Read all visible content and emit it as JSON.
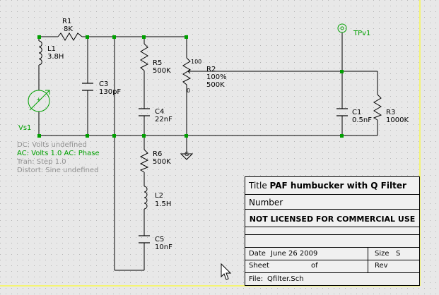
{
  "components": {
    "r1": {
      "ref": "R1",
      "value": "8K"
    },
    "l1": {
      "ref": "L1",
      "value": "3.8H"
    },
    "c3": {
      "ref": "C3",
      "value": "130pF"
    },
    "r5": {
      "ref": "R5",
      "value": "500K"
    },
    "c4": {
      "ref": "C4",
      "value": "22nF"
    },
    "r2": {
      "ref": "R2",
      "value1": "100%",
      "value2": "500K",
      "pot_top": "100",
      "pot_bottom": "0"
    },
    "c1": {
      "ref": "C1",
      "value": "0.5nF"
    },
    "r3": {
      "ref": "R3",
      "value": "1000K"
    },
    "r6": {
      "ref": "R6",
      "value": "500K"
    },
    "l2": {
      "ref": "L2",
      "value": "1.5H"
    },
    "c5": {
      "ref": "C5",
      "value": "10nF"
    },
    "tpv1": {
      "ref": "TPv1"
    },
    "ground": {
      "label": "G"
    },
    "vs1": {
      "ref": "Vs1",
      "plus": "+",
      "dc": "DC: Volts undefined",
      "ac": "AC: Volts  1.0  AC: Phase",
      "tran": "Tran: Step  1.0",
      "distort": "Distort: Sine  undefined"
    }
  },
  "title_block": {
    "title_label": "Title",
    "title_value": "PAF humbucker with Q Filter",
    "number_label": "Number",
    "license": "NOT LICENSED FOR COMMERCIAL USE",
    "date_label": "Date",
    "date_value": "June 26 2009",
    "size_label": "Size",
    "size_value": "S",
    "sheet_label": "Sheet",
    "of_label": "of",
    "rev_label": "Rev",
    "file_label": "File:",
    "file_value": "Qfilter.Sch"
  },
  "colors": {
    "background": "#e8e8e8",
    "grid": "#b4b4b4",
    "wire": "#000000",
    "junction": "#00a000",
    "symbol": "#00a000",
    "border": "#ffff00"
  }
}
